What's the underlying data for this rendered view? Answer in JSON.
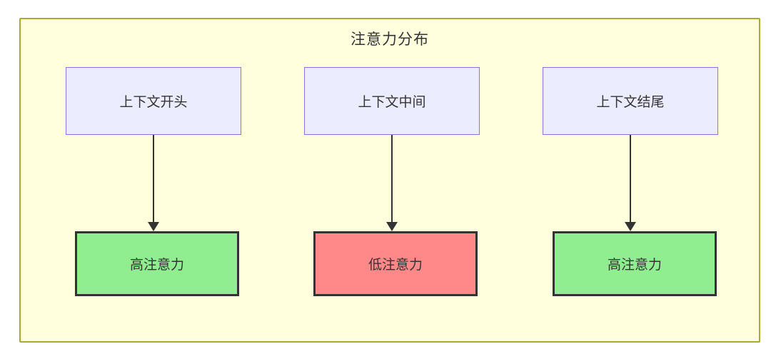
{
  "diagram": {
    "title": "注意力分布",
    "columns": [
      {
        "source": "上下文开头",
        "target": "高注意力",
        "target_type": "high"
      },
      {
        "source": "上下文中间",
        "target": "低注意力",
        "target_type": "low"
      },
      {
        "source": "上下文结尾",
        "target": "高注意力",
        "target_type": "high"
      }
    ],
    "colors": {
      "background": "#ffffde",
      "container_border": "#aaaa33",
      "source_fill": "#ececff",
      "source_border": "#9370db",
      "high_fill": "#90ee90",
      "low_fill": "#ff8888",
      "target_border": "#333333",
      "arrow": "#333333",
      "text": "#333333"
    }
  }
}
